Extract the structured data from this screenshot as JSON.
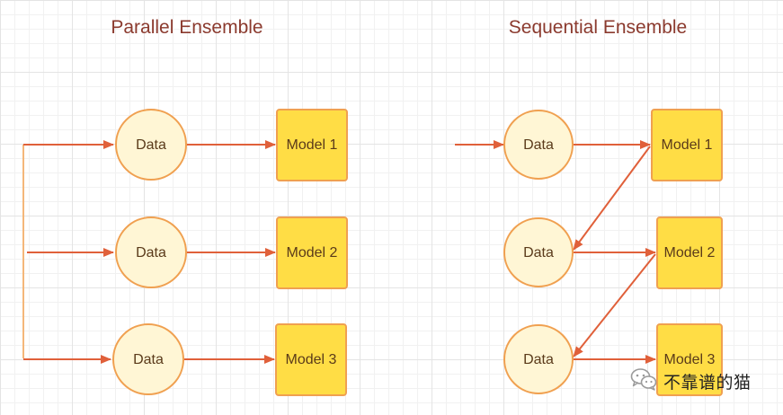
{
  "titles": {
    "parallel": "Parallel Ensemble",
    "sequential": "Sequential Ensemble"
  },
  "parallel": {
    "data_labels": [
      "Data",
      "Data",
      "Data"
    ],
    "model_labels": [
      "Model 1",
      "Model 2",
      "Model 3"
    ]
  },
  "sequential": {
    "data_labels": [
      "Data",
      "Data",
      "Data"
    ],
    "model_labels": [
      "Model 1",
      "Model 2",
      "Model 3"
    ]
  },
  "watermark": {
    "text": "不靠谱的猫",
    "icon": "wechat-icon"
  },
  "colors": {
    "title": "#8b3a2e",
    "arrow": "#e0603a",
    "data_fill": "#fff6d5",
    "model_fill": "#ffdd45",
    "node_stroke": "#f0a050"
  }
}
